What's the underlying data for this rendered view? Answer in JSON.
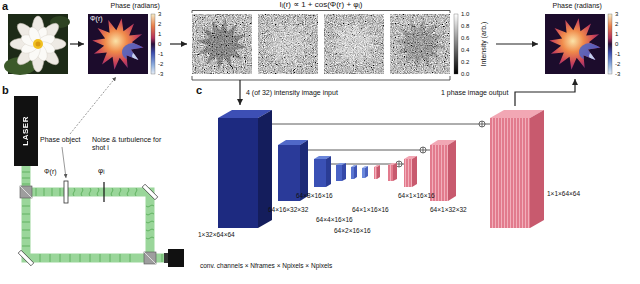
{
  "diagram": {
    "nodes": [
      {
        "text": [
          "LASER"
        ]
      }
    ],
    "labels": [
      "a",
      "Phase (radians)",
      "3",
      "2",
      "1",
      "0",
      "-1",
      "-2",
      "-3",
      "Φ(r)",
      "Iᵢ(r) ∝ 1 + cos(Φ(r) + φᵢ)",
      "1.0",
      "0.8",
      "0.6",
      "0.4",
      "0.2",
      "0.0",
      "Intensity (arb.)",
      "Phase (radians)",
      "3",
      "2",
      "1",
      "0",
      "-1",
      "-2",
      "-3",
      "b",
      "Phase object",
      "Φ(r)",
      "Noise & turbulence for shot i",
      "φᵢ",
      "c",
      "4 (of 32) intensity image input",
      "1 phase image output",
      "1×32×64×64",
      "64×16×32×32",
      "64×8×16×16",
      "64×4×16×16",
      "64×2×16×16",
      "64×1×16×16",
      "64×1×16×16",
      "64×1×32×32",
      "1×1×64×64",
      "conv. channels × Nframes × Npixels × Npixels"
    ]
  }
}
